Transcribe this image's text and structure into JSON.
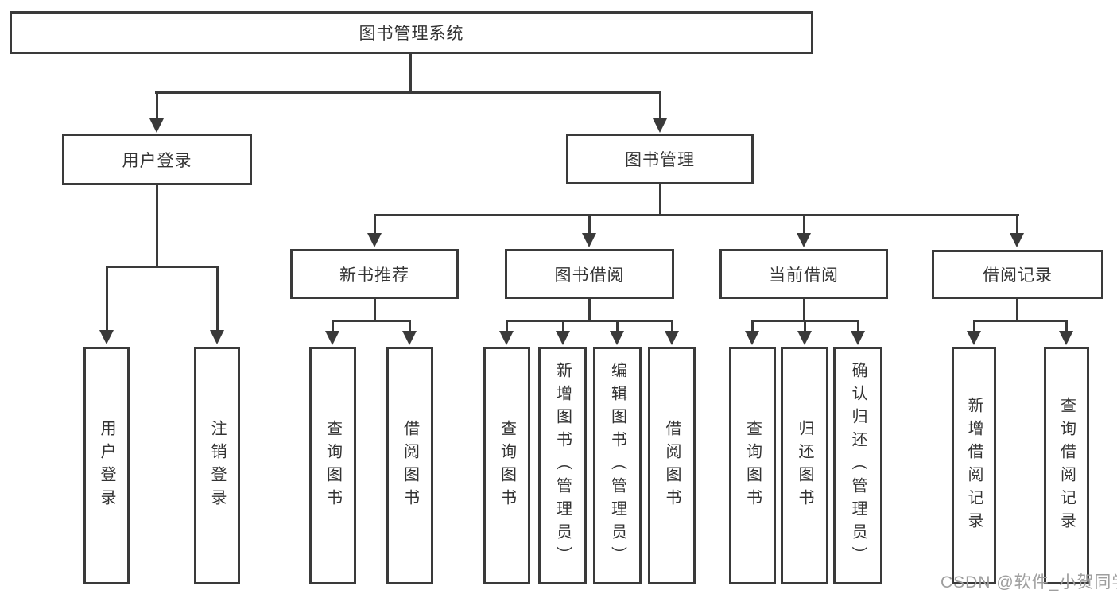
{
  "diagram": {
    "root": "图书管理系统",
    "branches": {
      "user_login": "用户登录",
      "book_mgmt": "图书管理",
      "new_books": "新书推荐",
      "book_borrow": "图书借阅",
      "current_borrow": "当前借阅",
      "borrow_records": "借阅记录"
    },
    "leaves": [
      "用户登录",
      "注销登录",
      "查询图书",
      "借阅图书",
      "查询图书",
      "新增图书（管理员）",
      "编辑图书（管理员）",
      "借阅图书",
      "查询图书",
      "归还图书",
      "确认归还（管理员）",
      "新增借阅记录",
      "查询借阅记录"
    ]
  },
  "watermark": "CSDN @软件_小贺同学",
  "colors": {
    "line": "#3a3a3a",
    "text": "#333333",
    "watermark": "#9e9e9e",
    "background": "#ffffff"
  }
}
